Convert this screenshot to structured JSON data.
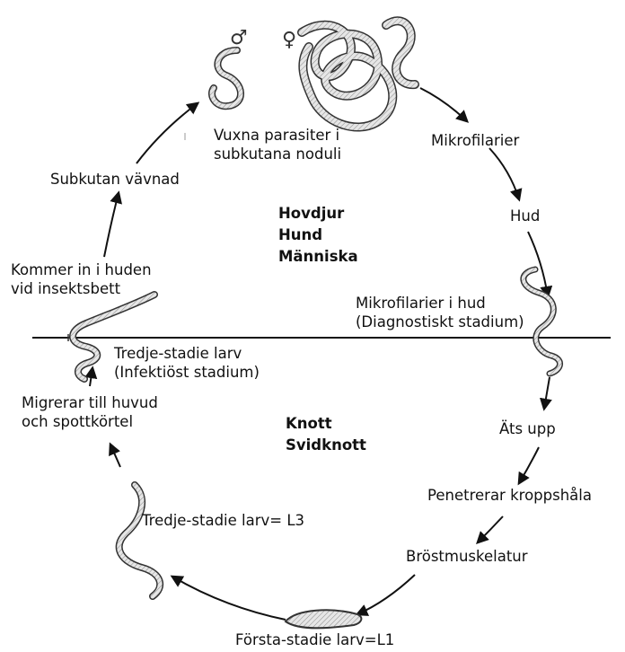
{
  "sexes": {
    "male": "♂",
    "female": "♀"
  },
  "hosts": {
    "definitive": [
      "Hovdjur",
      "Hund",
      "Människa"
    ],
    "vector": [
      "Knott",
      "Svidknott"
    ]
  },
  "stages": {
    "adults": [
      "Vuxna parasiter i",
      "subkutana noduli"
    ],
    "microfilariae": "Mikrofilarier",
    "skin": "Hud",
    "mf_in_skin": [
      "Mikrofilarier i hud",
      "(Diagnostiskt stadium)"
    ],
    "ingested": "Äts upp",
    "penetrates": "Penetrerar kroppshåla",
    "thoracic": "Bröstmuskelatur",
    "l1": "Första-stadie larv=L1",
    "l3": "Tredje-stadie larv= L3",
    "migrates": [
      "Migrerar till huvud",
      "och spottkörtel"
    ],
    "l3_infective": [
      "Tredje-stadie larv",
      "(Infektiöst stadium)"
    ],
    "enters_skin": [
      "Kommer in i huden",
      "vid insektsbett"
    ],
    "subcutaneous": "Subkutan vävnad"
  },
  "colors": {
    "ink": "#111111",
    "worm_fill": "#d8d8d8",
    "worm_stroke": "#333333"
  }
}
